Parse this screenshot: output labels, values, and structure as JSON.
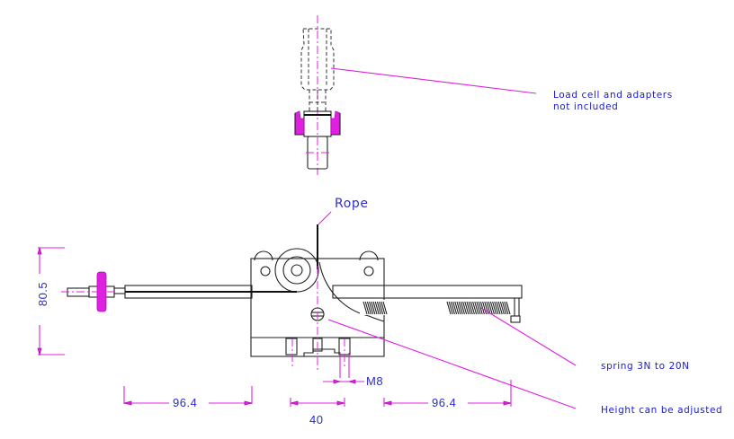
{
  "drawing": {
    "annotations": {
      "load_cell_line1": "Load cell and adapters",
      "load_cell_line2": "not included",
      "rope": "Rope",
      "spring": "spring 3N to 20N",
      "height": "Height can be adjusted"
    },
    "dimensions": {
      "vertical_height": "80.5",
      "left_length": "96.4",
      "right_length": "96.4",
      "center_width": "40",
      "thread": "M8"
    },
    "colors": {
      "annotation_text": "#1a1ad0",
      "dimension_lines": "#e020e0",
      "outline": "#222222"
    }
  }
}
